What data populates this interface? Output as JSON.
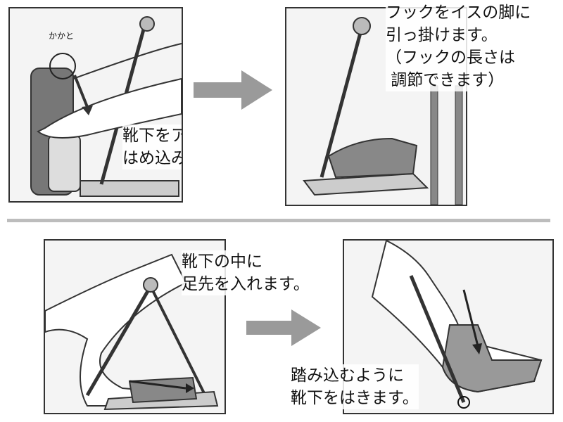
{
  "steps": [
    {
      "caption": "靴下をアームに\nはめ込みます。",
      "label": "かかと"
    },
    {
      "caption": "フックをイスの脚に\n引っ掛けます。\n（フックの長さは\n 調節できます）"
    },
    {
      "caption": "靴下の中に\n足先を入れます。"
    },
    {
      "caption": "踏み込むように\n靴下をはきます。"
    }
  ],
  "colors": {
    "arrow": "#9a9a9a",
    "divider": "#bdbdbd",
    "line": "#333333"
  }
}
